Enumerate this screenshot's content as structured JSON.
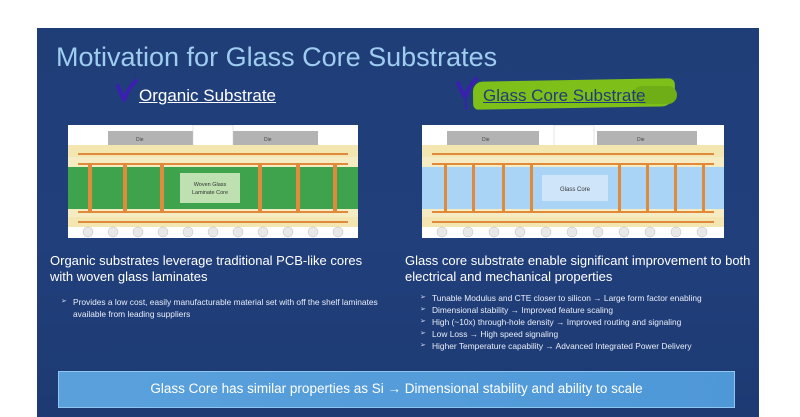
{
  "slide": {
    "title": "Motivation for Glass Core Substrates",
    "organic": {
      "heading": "Organic Substrate",
      "die_label": "Die",
      "core_label_line1": "Woven Glass",
      "core_label_line2": "Laminate Core",
      "description": "Organic substrates leverage traditional PCB-like cores with woven glass laminates",
      "bullets": [
        "Provides a low cost, easily manufacturable material set with off the shelf laminates available from leading suppliers"
      ]
    },
    "glass": {
      "heading": "Glass Core Substrate",
      "die_label": "Die",
      "core_label": "Glass Core",
      "description": "Glass core substrate enable significant improvement to both electrical and mechanical properties",
      "bullets": [
        "Tunable Modulus and CTE closer to silicon → Large form factor enabling",
        "Dimensional stability → Improved feature scaling",
        "High (~10x) through-hole density → Improved routing and signaling",
        "Low Loss → High speed signaling",
        "Higher Temperature capability → Advanced Integrated Power Delivery"
      ]
    },
    "banner": "Glass Core has similar properties as Si → Dimensional stability and ability to scale"
  },
  "colors": {
    "slide_bg": "#1f3e78",
    "title": "#9fcdf0",
    "highlight": "#7fbf1a",
    "checkmark": "#3a1fb0",
    "organic_core": "#3fa34d",
    "glass_core": "#a9d4f5",
    "copper": "#e08a3c",
    "buildup": "#f3e6b0",
    "die": "#b3b3b3",
    "banner": "#5aa1dc"
  },
  "icons": [
    "checkmark-icon",
    "checkmark-icon"
  ]
}
